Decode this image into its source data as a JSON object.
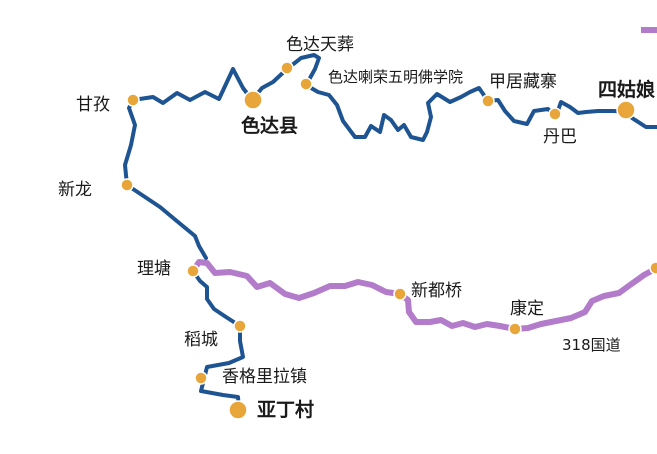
{
  "map": {
    "colors": {
      "background": "#ffffff",
      "route_blue": "#1d5491",
      "route_purple": "#b27ccb",
      "marker": "#e8a63a",
      "marker_stroke": "#ffffff",
      "text": "#1a1a1a"
    },
    "routes": [
      {
        "name": "north-loop",
        "color_key": "route_blue"
      },
      {
        "name": "318-highway",
        "color_key": "route_purple"
      }
    ],
    "places": {
      "ganzi": "甘孜",
      "seda_tianzang": "色达天葬",
      "seda_county": "色达县",
      "seda_academy": "色达喇荣五明佛学院",
      "jiaju_zhaizhai": "甲居藏寨",
      "danba": "丹巴",
      "siguniang": "四姑娘",
      "xinlong": "新龙",
      "litang": "理塘",
      "xinduqiao": "新都桥",
      "kangding": "康定",
      "daocheng": "稻城",
      "shangri_la_town": "香格里拉镇",
      "yading": "亚丁村"
    },
    "road_label": "318国道"
  }
}
